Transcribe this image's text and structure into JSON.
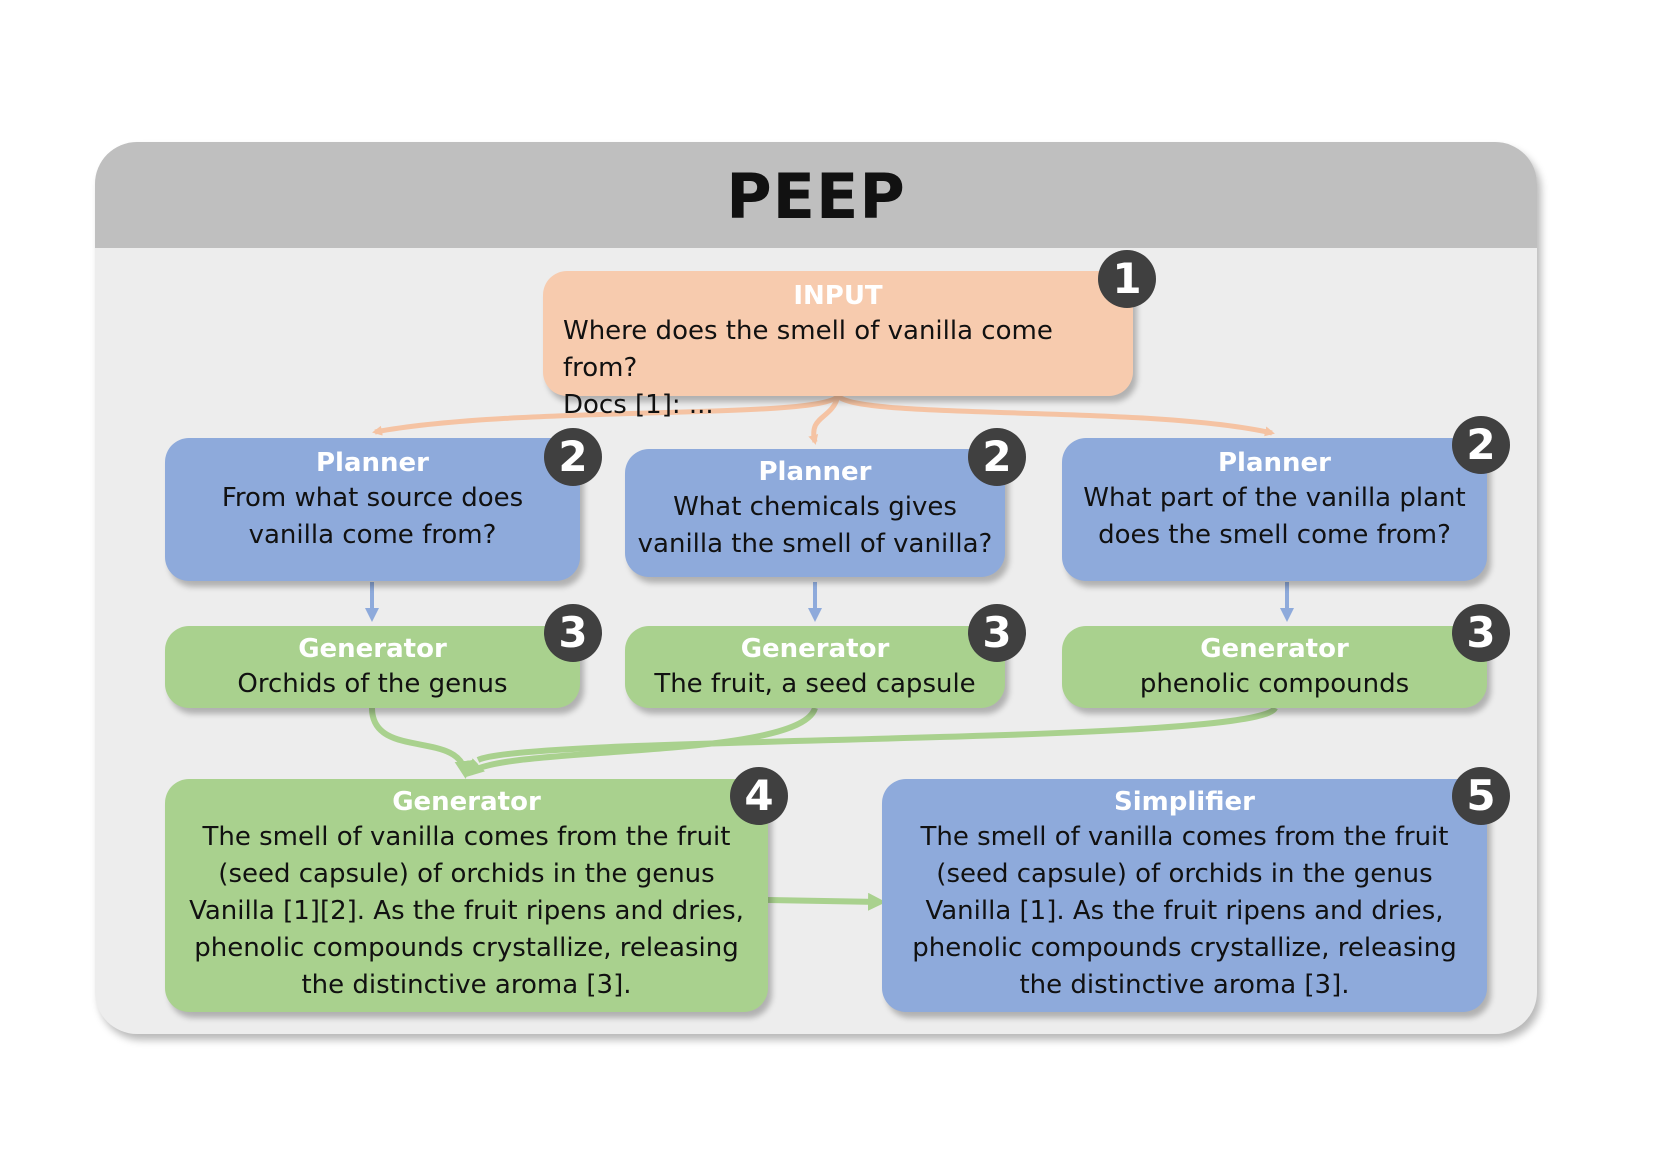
{
  "title": "PEEP",
  "input": {
    "role": "INPUT",
    "body": "Where does the smell of vanilla come from?\nDocs [1]: ...",
    "step": "1"
  },
  "planners": [
    {
      "role": "Planner",
      "body": "From what source does\nvanilla come from?",
      "step": "2"
    },
    {
      "role": "Planner",
      "body": "What chemicals gives\nvanilla the smell of vanilla?",
      "step": "2"
    },
    {
      "role": "Planner",
      "body": "What part of the vanilla plant\ndoes the smell come from?",
      "step": "2"
    }
  ],
  "generators": [
    {
      "role": "Generator",
      "body": "Orchids of the genus",
      "step": "3"
    },
    {
      "role": "Generator",
      "body": "The fruit, a seed capsule",
      "step": "3"
    },
    {
      "role": "Generator",
      "body": "phenolic compounds",
      "step": "3"
    }
  ],
  "final_generator": {
    "role": "Generator",
    "body": "The smell of vanilla comes from the fruit\n(seed capsule) of orchids in the genus\nVanilla [1][2]. As the fruit ripens and dries,\nphenolic compounds crystallize, releasing\nthe distinctive aroma [3].",
    "step": "4"
  },
  "simplifier": {
    "role": "Simplifier",
    "body": "The smell of vanilla comes from the fruit\n(seed capsule) of orchids in the genus\nVanilla [1]. As the fruit ripens and dries,\nphenolic compounds crystallize, releasing\nthe distinctive aroma [3].",
    "step": "5"
  },
  "colors": {
    "input": "#f7cbae",
    "planner": "#8eaadb",
    "generator": "#a9d18e",
    "badge": "#404040",
    "header": "#bfbfbf",
    "panel": "#ededed"
  }
}
